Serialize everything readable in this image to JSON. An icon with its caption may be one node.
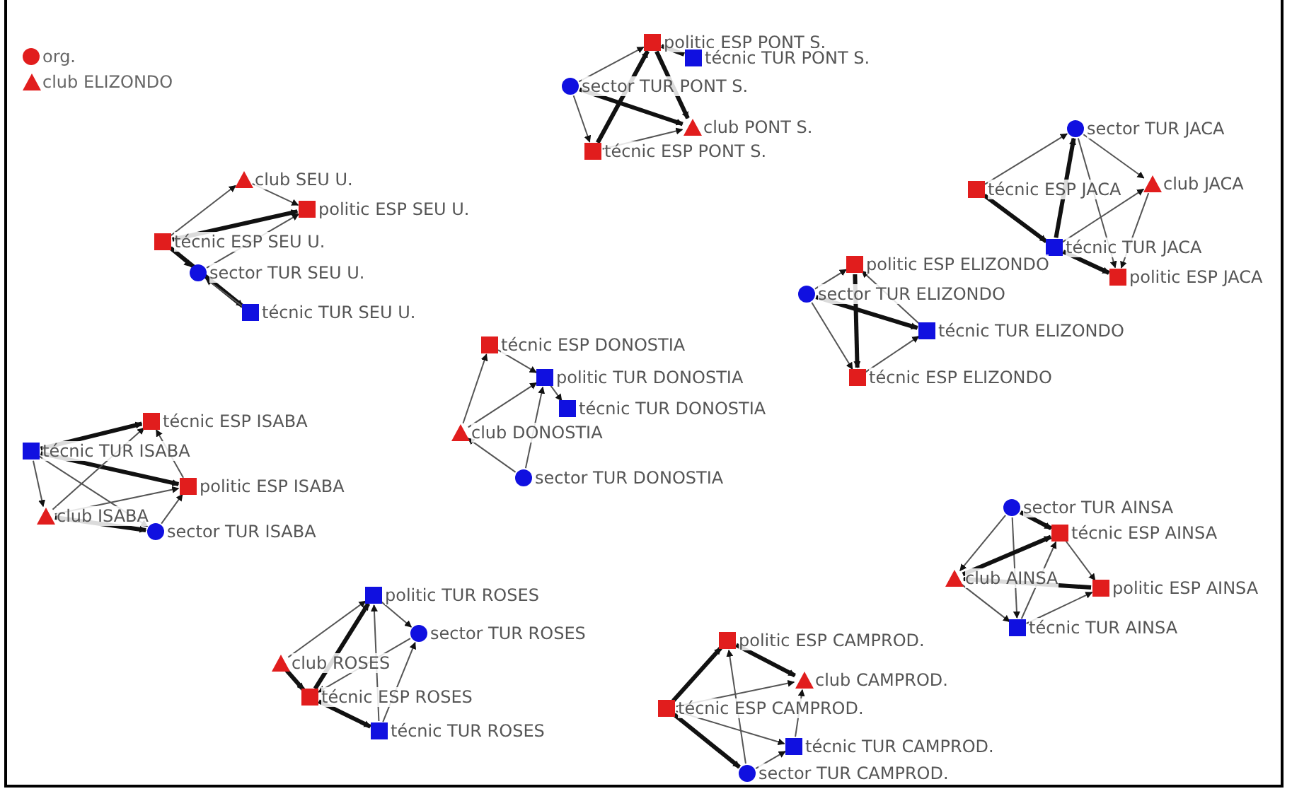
{
  "diagram": {
    "nodes": [
      {
        "text": [],
        "shape": "box",
        "beside": [
          "politic ESP PONT S."
        ]
      },
      {
        "text": [],
        "shape": "box",
        "beside": [
          "técnic TUR PONT S."
        ]
      },
      {
        "text": [],
        "shape": "circle",
        "beside": [
          "sector TUR PONT S."
        ]
      },
      {
        "text": [],
        "shape": "triangle",
        "beside": [
          "club PONT S."
        ]
      },
      {
        "text": [],
        "shape": "box",
        "beside": [
          "técnic ESP PONT S."
        ]
      },
      {
        "text": [],
        "shape": "circle",
        "beside": [
          "sector TUR JACA"
        ]
      },
      {
        "text": [],
        "shape": "triangle",
        "beside": [
          "club SEU U."
        ]
      },
      {
        "text": [],
        "shape": "box",
        "beside": [
          "técnic ESP JACA"
        ]
      },
      {
        "text": [],
        "shape": "triangle",
        "beside": [
          "club JACA"
        ]
      },
      {
        "text": [],
        "shape": "box",
        "beside": [
          "politic ESP SEU U."
        ]
      },
      {
        "text": [],
        "shape": "box",
        "beside": [
          "técnic ESP SEU U."
        ]
      },
      {
        "text": [],
        "shape": "box",
        "beside": [
          "técnic TUR JACA"
        ]
      },
      {
        "text": [],
        "shape": "box",
        "beside": [
          "politic ESP ELIZONDO"
        ]
      },
      {
        "text": [],
        "shape": "circle",
        "beside": [
          "sector TUR SEU U."
        ]
      },
      {
        "text": [],
        "shape": "box",
        "beside": [
          "politic ESP JACA"
        ]
      },
      {
        "text": [],
        "shape": "circle",
        "beside": [
          "sector TUR ELIZONDO"
        ]
      },
      {
        "text": [],
        "shape": "box",
        "beside": [
          "técnic TUR SEU U."
        ]
      },
      {
        "text": [],
        "shape": "box",
        "beside": [
          "técnic TUR ELIZONDO"
        ]
      },
      {
        "text": [],
        "shape": "box",
        "beside": [
          "técnic ESP DONOSTIA"
        ]
      },
      {
        "text": [],
        "shape": "box",
        "beside": [
          "técnic ESP ELIZONDO"
        ]
      },
      {
        "text": [],
        "shape": "box",
        "beside": [
          "politic TUR DONOSTIA"
        ]
      },
      {
        "text": [],
        "shape": "box",
        "beside": [
          "técnic TUR DONOSTIA"
        ]
      },
      {
        "text": [],
        "shape": "box",
        "beside": [
          "técnic ESP ISABA"
        ]
      },
      {
        "text": [],
        "shape": "triangle",
        "beside": [
          "club DONOSTIA"
        ]
      },
      {
        "text": [],
        "shape": "box",
        "beside": [
          "técnic TUR ISABA"
        ]
      },
      {
        "text": [],
        "shape": "circle",
        "beside": [
          "sector TUR DONOSTIA"
        ]
      },
      {
        "text": [],
        "shape": "box",
        "beside": [
          "politic ESP ISABA"
        ]
      },
      {
        "text": [],
        "shape": "circle",
        "beside": [
          "sector TUR AINSA"
        ]
      },
      {
        "text": [],
        "shape": "triangle",
        "beside": [
          "club ISABA"
        ]
      },
      {
        "text": [],
        "shape": "circle",
        "beside": [
          "sector TUR ISABA"
        ]
      },
      {
        "text": [],
        "shape": "box",
        "beside": [
          "técnic ESP AINSA"
        ]
      },
      {
        "text": [],
        "shape": "triangle",
        "beside": [
          "club AINSA"
        ]
      },
      {
        "text": [],
        "shape": "box",
        "beside": [
          "politic ESP AINSA"
        ]
      },
      {
        "text": [],
        "shape": "box",
        "beside": [
          "politic TUR ROSES"
        ]
      },
      {
        "text": [],
        "shape": "box",
        "beside": [
          "técnic TUR AINSA"
        ]
      },
      {
        "text": [],
        "shape": "circle",
        "beside": [
          "sector TUR ROSES"
        ]
      },
      {
        "text": [],
        "shape": "box",
        "beside": [
          "politic ESP CAMPROD."
        ]
      },
      {
        "text": [],
        "shape": "triangle",
        "beside": [
          "club ROSES"
        ]
      },
      {
        "text": [],
        "shape": "triangle",
        "beside": [
          "club CAMPROD."
        ]
      },
      {
        "text": [],
        "shape": "box",
        "beside": [
          "técnic ESP ROSES"
        ]
      },
      {
        "text": [],
        "shape": "box",
        "beside": [
          "técnic ESP CAMPROD."
        ]
      },
      {
        "text": [],
        "shape": "box",
        "beside": [
          "técnic TUR ROSES"
        ]
      },
      {
        "text": [],
        "shape": "box",
        "beside": [
          "técnic TUR CAMPROD."
        ]
      },
      {
        "text": [],
        "shape": "circle",
        "beside": [
          "sector TUR CAMPROD."
        ]
      }
    ],
    "edges": [
      {
        "from": 2,
        "to": 4,
        "arrow": "to"
      },
      {
        "from": 4,
        "to": 0,
        "arrow": "to",
        "style": "thick"
      },
      {
        "from": 0,
        "to": 3,
        "arrow": "to",
        "style": "thick"
      },
      {
        "from": 2,
        "to": 3,
        "arrow": "to",
        "style": "thick"
      },
      {
        "from": 1,
        "to": 0,
        "arrow": "to",
        "style": "thick"
      },
      {
        "from": 4,
        "to": 3,
        "arrow": "to"
      },
      {
        "from": 2,
        "to": 0,
        "arrow": "to"
      },
      {
        "from": 7,
        "to": 5,
        "arrow": "to"
      },
      {
        "from": 11,
        "to": 5,
        "arrow": "to",
        "style": "thick"
      },
      {
        "from": 5,
        "to": 8,
        "arrow": "to"
      },
      {
        "from": 7,
        "to": 11,
        "arrow": "to",
        "style": "thick"
      },
      {
        "from": 11,
        "to": 14,
        "arrow": "to",
        "style": "thick"
      },
      {
        "from": 8,
        "to": 14,
        "arrow": "to"
      },
      {
        "from": 11,
        "to": 8,
        "arrow": "to"
      },
      {
        "from": 5,
        "to": 14,
        "arrow": "to"
      },
      {
        "from": 10,
        "to": 6,
        "arrow": "to"
      },
      {
        "from": 6,
        "to": 9,
        "arrow": "to"
      },
      {
        "from": 10,
        "to": 9,
        "arrow": "to",
        "style": "thick"
      },
      {
        "from": 13,
        "to": 9,
        "arrow": "to"
      },
      {
        "from": 10,
        "to": 13,
        "arrow": "to"
      },
      {
        "from": 10,
        "to": 16,
        "arrow": "to",
        "style": "thick"
      },
      {
        "from": 16,
        "to": 13,
        "arrow": "to"
      },
      {
        "from": 15,
        "to": 12,
        "arrow": "to"
      },
      {
        "from": 17,
        "to": 12,
        "arrow": "to"
      },
      {
        "from": 15,
        "to": 17,
        "arrow": "to",
        "style": "thick"
      },
      {
        "from": 12,
        "to": 19,
        "arrow": "to",
        "style": "thick"
      },
      {
        "from": 19,
        "to": 17,
        "arrow": "to"
      },
      {
        "from": 15,
        "to": 19,
        "arrow": "to"
      },
      {
        "from": 18,
        "to": 20,
        "arrow": "to"
      },
      {
        "from": 23,
        "to": 18,
        "arrow": "to"
      },
      {
        "from": 23,
        "to": 20,
        "arrow": "to"
      },
      {
        "from": 20,
        "to": 21,
        "arrow": "to"
      },
      {
        "from": 25,
        "to": 23,
        "arrow": "to"
      },
      {
        "from": 25,
        "to": 20,
        "arrow": "to"
      },
      {
        "from": 24,
        "to": 22,
        "arrow": "to",
        "style": "thick"
      },
      {
        "from": 24,
        "to": 26,
        "arrow": "to",
        "style": "thick"
      },
      {
        "from": 24,
        "to": 28,
        "arrow": "to"
      },
      {
        "from": 28,
        "to": 22,
        "arrow": "to"
      },
      {
        "from": 24,
        "to": 29,
        "arrow": "to"
      },
      {
        "from": 28,
        "to": 29,
        "arrow": "to",
        "style": "thick"
      },
      {
        "from": 29,
        "to": 26,
        "arrow": "to"
      },
      {
        "from": 26,
        "to": 22,
        "arrow": "to"
      },
      {
        "from": 28,
        "to": 26,
        "arrow": "to"
      },
      {
        "from": 27,
        "to": 30,
        "arrow": "to",
        "style": "thick"
      },
      {
        "from": 27,
        "to": 31,
        "arrow": "to"
      },
      {
        "from": 27,
        "to": 34,
        "arrow": "to"
      },
      {
        "from": 31,
        "to": 30,
        "arrow": "to",
        "style": "thick"
      },
      {
        "from": 30,
        "to": 32,
        "arrow": "to"
      },
      {
        "from": 31,
        "to": 34,
        "arrow": "to"
      },
      {
        "from": 34,
        "to": 30,
        "arrow": "to"
      },
      {
        "from": 34,
        "to": 32,
        "arrow": "to"
      },
      {
        "from": 32,
        "to": 31,
        "arrow": "to",
        "style": "thick"
      },
      {
        "from": 37,
        "to": 33,
        "arrow": "to"
      },
      {
        "from": 39,
        "to": 33,
        "arrow": "to",
        "style": "thick"
      },
      {
        "from": 41,
        "to": 33,
        "arrow": "to"
      },
      {
        "from": 33,
        "to": 35,
        "arrow": "to"
      },
      {
        "from": 41,
        "to": 35,
        "arrow": "to"
      },
      {
        "from": 37,
        "to": 39,
        "arrow": "to",
        "style": "thick"
      },
      {
        "from": 39,
        "to": 41,
        "arrow": "to",
        "style": "thick"
      },
      {
        "from": 35,
        "to": 39,
        "arrow": "to"
      },
      {
        "from": 40,
        "to": 36,
        "arrow": "to",
        "style": "thick"
      },
      {
        "from": 36,
        "to": 38,
        "arrow": "to",
        "style": "thick"
      },
      {
        "from": 40,
        "to": 38,
        "arrow": "to"
      },
      {
        "from": 40,
        "to": 43,
        "arrow": "to",
        "style": "thick"
      },
      {
        "from": 40,
        "to": 42,
        "arrow": "to"
      },
      {
        "from": 43,
        "to": 36,
        "arrow": "to"
      },
      {
        "from": 42,
        "to": 38,
        "arrow": "to"
      },
      {
        "from": 43,
        "to": 42,
        "arrow": "to"
      }
    ],
    "legend": [
      {
        "text": "org."
      },
      {
        "text": "club ELIZONDO"
      }
    ]
  }
}
